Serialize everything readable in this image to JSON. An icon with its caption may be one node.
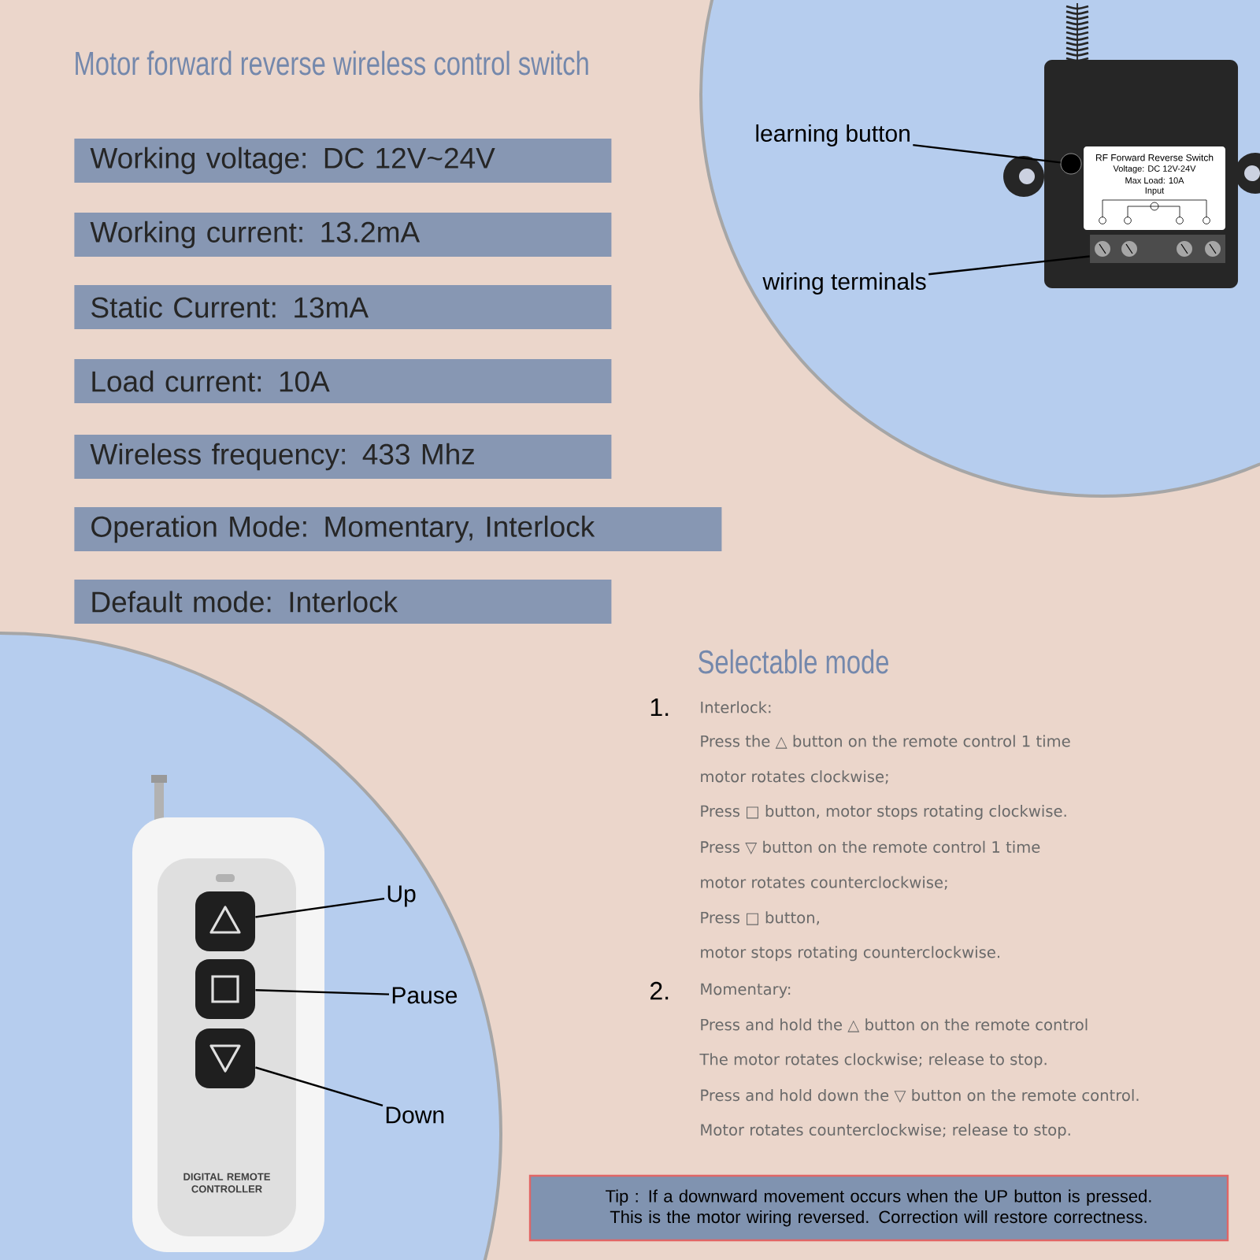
{
  "diagram": {
    "title": "Motor forward reverse wireless control switch",
    "nodes": [
      {
        "text": [
          "Working voltage: DC 12V~24V"
        ]
      },
      {
        "text": [
          "Working current: 13.2mA"
        ]
      },
      {
        "text": [
          "Static Current: 13mA"
        ]
      },
      {
        "text": [
          "Load current: 10A"
        ]
      },
      {
        "text": [
          "Wireless frequency: 433 Mhz"
        ]
      },
      {
        "text": [
          "Operation Mode:  Momentary, Interlock"
        ]
      },
      {
        "text": [
          "Default mode: Interlock"
        ]
      },
      {
        "text": [
          "learning button"
        ]
      },
      {
        "text": [],
        "shape": "circle"
      },
      {
        "text": [
          "wiring terminals"
        ]
      },
      {
        "text": [],
        "shape": "box"
      },
      {
        "text": [],
        "shape": "box"
      },
      {
        "text": [
          "Up"
        ]
      },
      {
        "text": [],
        "shape": "box"
      },
      {
        "text": [
          "Pause"
        ]
      },
      {
        "text": [],
        "shape": "box"
      },
      {
        "text": [
          "Down"
        ]
      },
      {
        "text": [
          "Tip : If a downward movement occurs when the UP button is pressed. This is the motor wiring reversed. Correction will restore correctness."
        ]
      }
    ],
    "edges": [
      {
        "from": 7,
        "to": 8,
        "arrow": "none"
      },
      {
        "from": 9,
        "to": 10,
        "arrow": "none"
      },
      {
        "from": 12,
        "to": 11,
        "arrow": "none"
      },
      {
        "from": 14,
        "to": 13,
        "arrow": "none"
      },
      {
        "from": 16,
        "to": 15,
        "arrow": "none"
      }
    ],
    "labels": [
      "RF Forward Reverse Switch",
      "Voltage: DC 12V-24V",
      "Max Load: 10A",
      "Input",
      "Selectable mode",
      "1.",
      "Interlock:",
      "Press the △ button on the remote control 1 time",
      "motor rotates clockwise;",
      "Press □ button, motor stops rotating clockwise.",
      "Press ▽ button on the remote control 1 time",
      "motor rotates counterclockwise;",
      "Press □ button,",
      "motor stops rotating counterclockwise.",
      "2.",
      "Momentary:",
      "Press and hold the △ button on the remote control",
      "The motor rotates clockwise; release to stop.",
      "Press and hold down the ▽ button on the remote control.",
      "Motor rotates counterclockwise; release to stop.",
      "DIGITAL REMOTE CONTROLLER"
    ]
  }
}
